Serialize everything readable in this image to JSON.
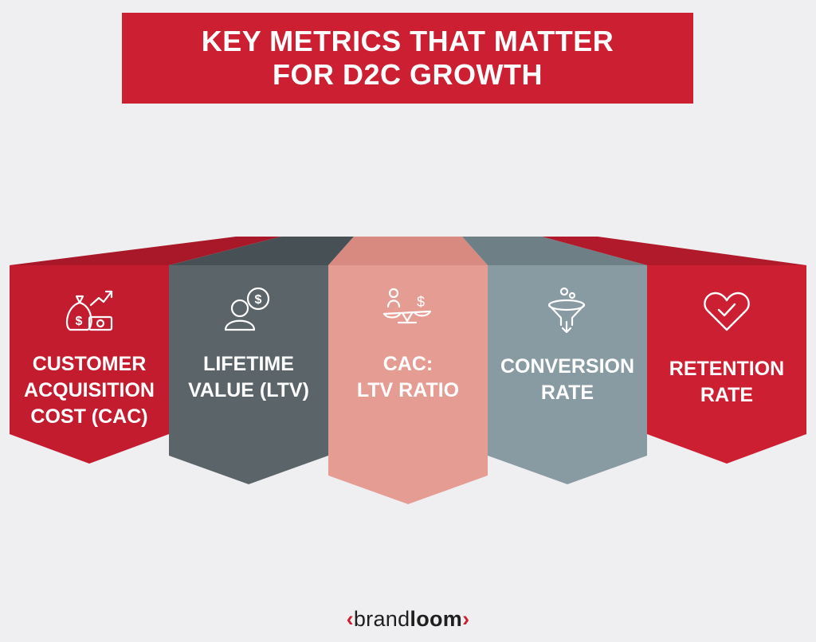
{
  "title": {
    "line1": "KEY METRICS THAT MATTER",
    "line2": "FOR D2C GROWTH"
  },
  "metrics": [
    {
      "line1": "CUSTOMER",
      "line2": "ACQUISITION",
      "line3": "COST (CAC)",
      "icon": "money-bag-growth-icon",
      "color": "#c41c2f"
    },
    {
      "line1": "LIFETIME",
      "line2": "VALUE (LTV)",
      "icon": "user-dollar-icon",
      "color": "#5b6468"
    },
    {
      "line1": "CAC:",
      "line2": "LTV RATIO",
      "icon": "balance-scale-icon",
      "color": "#e59c93"
    },
    {
      "line1": "CONVERSION",
      "line2": "RATE",
      "icon": "funnel-icon",
      "color": "#889aa2"
    },
    {
      "line1": "RETENTION",
      "line2": "RATE",
      "icon": "heart-check-icon",
      "color": "#cd1f32"
    }
  ],
  "brand": {
    "left_bracket": "‹",
    "part1": "brand",
    "part2": "loom",
    "right_bracket": "›"
  },
  "colors": {
    "title_bg": "#cd1f32",
    "background": "#efeff1",
    "cac_top": "#a91828",
    "ltv_top": "#465055",
    "ratio_top": "#cf7f76",
    "conv_top": "#6e7f86",
    "ret_top": "#b01a2a"
  }
}
